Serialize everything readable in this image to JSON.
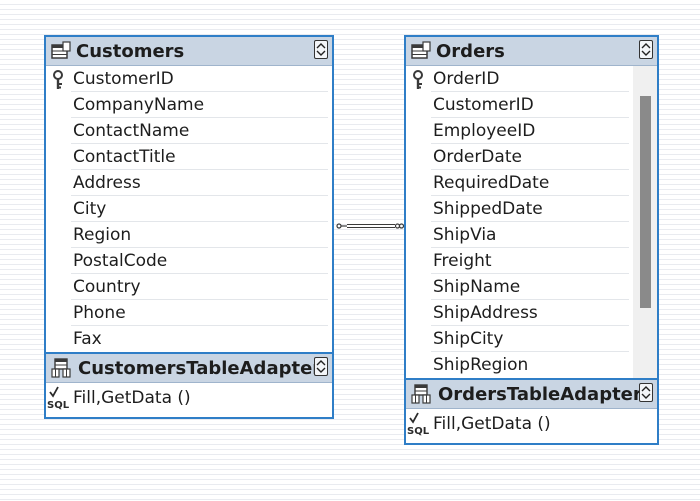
{
  "tables": [
    {
      "name": "Customers",
      "icon": "table-icon",
      "collapse_icon": "collapse-icon",
      "key_icon": "primary-key-icon",
      "columns": [
        "CustomerID",
        "CompanyName",
        "ContactName",
        "ContactTitle",
        "Address",
        "City",
        "Region",
        "PostalCode",
        "Country",
        "Phone",
        "Fax"
      ],
      "adapter": {
        "name": "CustomersTableAdapter",
        "icon": "table-adapter-icon",
        "method_icon": "sql-query-icon",
        "method": "Fill,GetData ()"
      }
    },
    {
      "name": "Orders",
      "icon": "table-icon",
      "collapse_icon": "collapse-icon",
      "key_icon": "primary-key-icon",
      "columns": [
        "OrderID",
        "CustomerID",
        "EmployeeID",
        "OrderDate",
        "RequiredDate",
        "ShippedDate",
        "ShipVia",
        "Freight",
        "ShipName",
        "ShipAddress",
        "ShipCity",
        "ShipRegion"
      ],
      "scroll_fraction_visible": 0.75,
      "adapter": {
        "name": "OrdersTableAdapter",
        "icon": "table-adapter-icon",
        "method_icon": "sql-query-icon",
        "method": "Fill,GetData ()"
      }
    }
  ],
  "relation": {
    "icon": "relation-link-icon"
  },
  "colors": {
    "border": "#2f7ec7",
    "header_bg": "#c9d5e3",
    "scroll_thumb": "#8a8a8a"
  }
}
